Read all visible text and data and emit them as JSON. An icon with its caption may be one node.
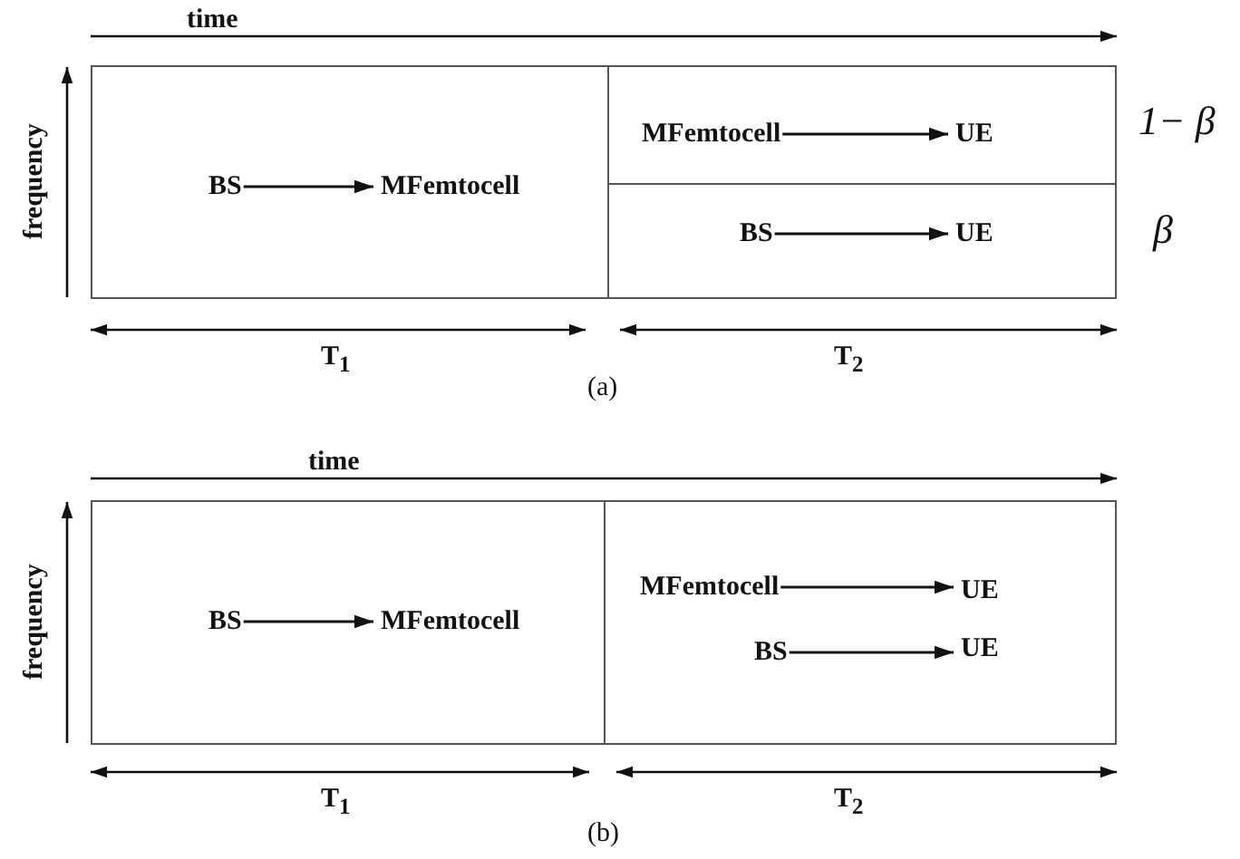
{
  "diagram": {
    "nodes": [
      {
        "text": [],
        "shape": "box"
      },
      {
        "text": [
          "BS"
        ],
        "in": 0
      },
      {
        "text": [
          "MFemtocell"
        ],
        "in": 0
      },
      {
        "text": [],
        "shape": "box",
        "beside": [
          "1− β"
        ]
      },
      {
        "text": [
          "MFemtocell"
        ],
        "in": 3
      },
      {
        "text": [
          "UE"
        ],
        "in": 3
      },
      {
        "text": [],
        "shape": "box",
        "beside": [
          "β"
        ]
      },
      {
        "text": [
          "BS"
        ],
        "in": 6
      },
      {
        "text": [
          "UE"
        ],
        "in": 6
      },
      {
        "text": [],
        "shape": "box"
      },
      {
        "text": [
          "BS"
        ],
        "in": 9
      },
      {
        "text": [
          "MFemtocell"
        ],
        "in": 9
      },
      {
        "text": [],
        "shape": "box"
      },
      {
        "text": [
          "MFemtocell"
        ],
        "in": 12
      },
      {
        "text": [
          "UE"
        ],
        "in": 12
      },
      {
        "text": [
          "BS"
        ],
        "in": 12
      },
      {
        "text": [
          "UE"
        ],
        "in": 12
      }
    ],
    "edges": [
      {
        "from": 1,
        "to": 2,
        "arrow": "to"
      },
      {
        "from": 4,
        "to": 5,
        "arrow": "to"
      },
      {
        "from": 7,
        "to": 8,
        "arrow": "to"
      },
      {
        "from": 10,
        "to": 11,
        "arrow": "to"
      },
      {
        "from": 13,
        "to": 14,
        "arrow": "to"
      },
      {
        "from": 15,
        "to": 16,
        "arrow": "to"
      }
    ],
    "labels": [
      "time",
      "frequency",
      "T$_{1}$",
      "T$_{2}$",
      "(a)",
      "time",
      "frequency",
      "T$_{1}$",
      "T$_{2}$",
      "(b)"
    ]
  }
}
